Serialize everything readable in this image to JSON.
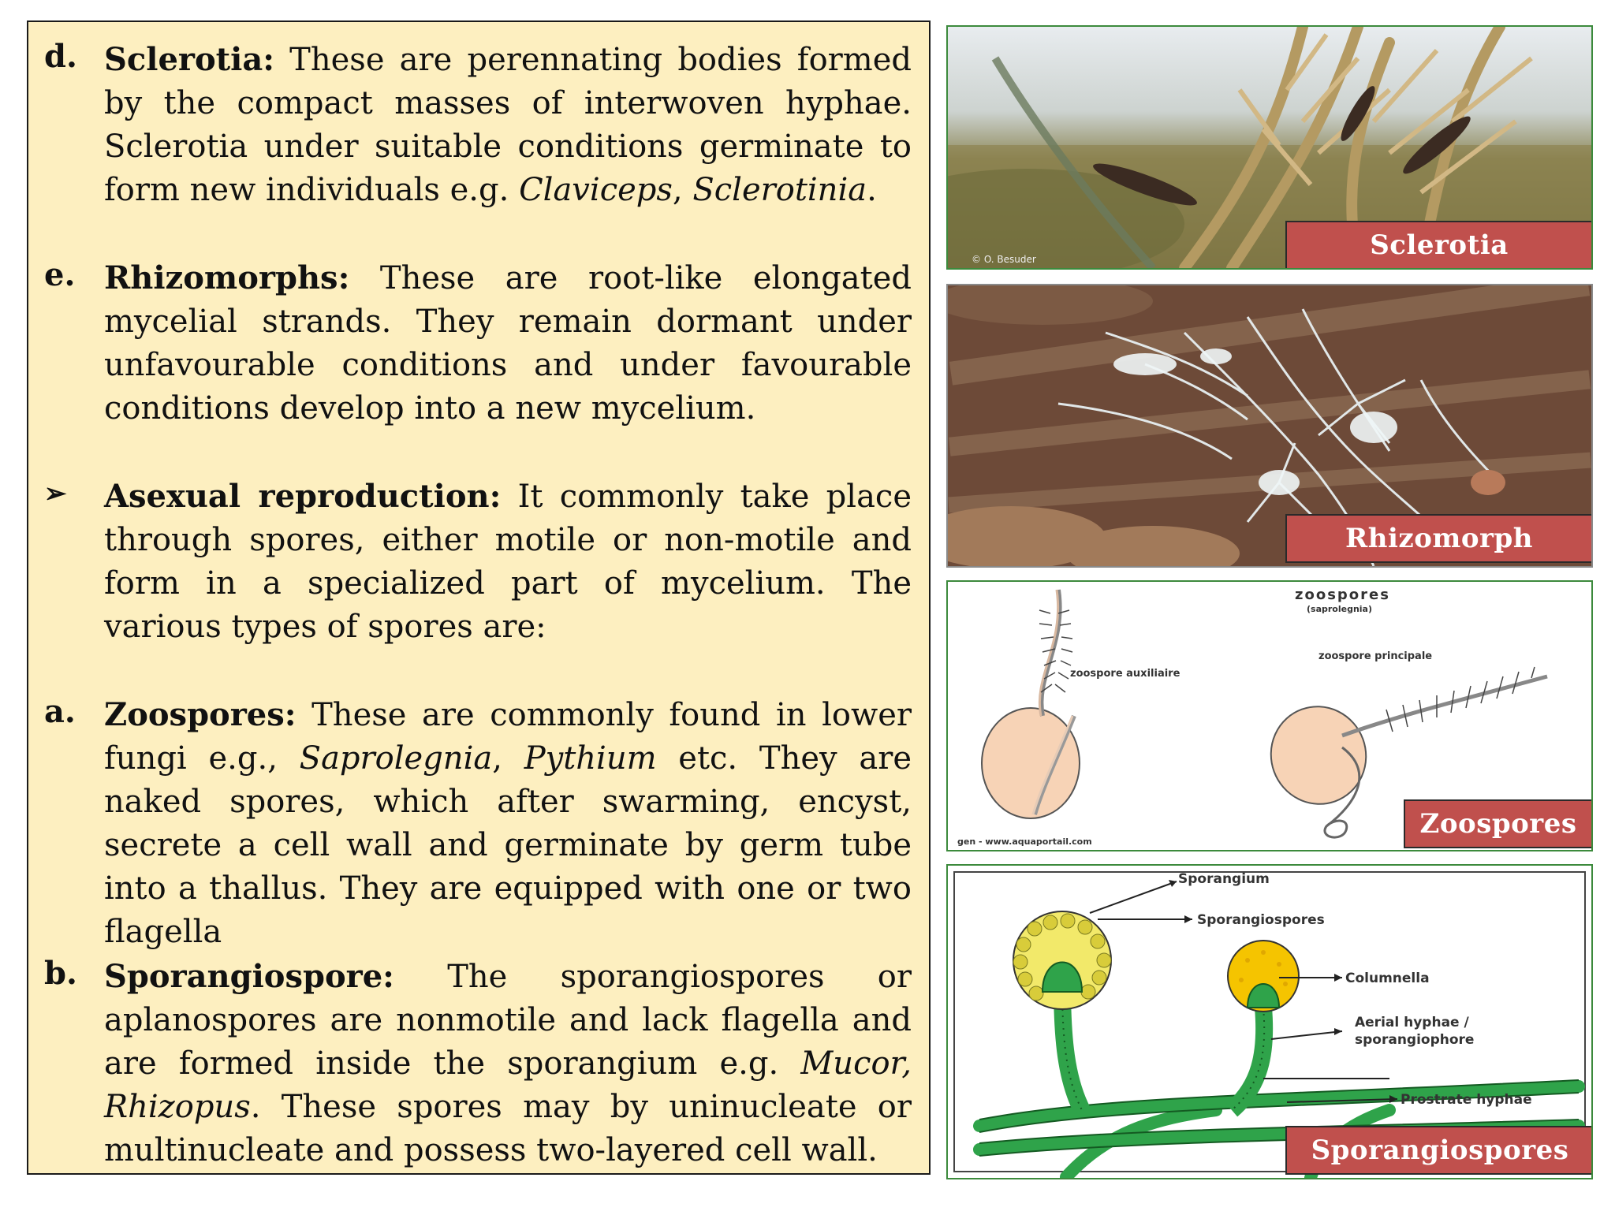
{
  "sections": [
    {
      "marker": "d.",
      "term": "Sclerotia:",
      "text_parts": [
        " These are perennating bodies formed by the compact masses of interwoven hyphae. Sclerotia under suitable conditions germinate to form new individuals e.g. ",
        "Claviceps",
        ", ",
        "Sclerotinia",
        "."
      ]
    },
    {
      "marker": "e.",
      "term": "Rhizomorphs:",
      "text_parts": [
        " These are root-like elongated mycelial strands. They remain dormant under unfavourable conditions and under favourable conditions develop into a new mycelium."
      ]
    },
    {
      "marker": "➢",
      "term": "Asexual reproduction:",
      "text_parts": [
        " It commonly take place through spores, either motile or non-motile and form in a specialized part of mycelium. The various types of spores are:"
      ]
    },
    {
      "marker": "a.",
      "term": "Zoospores:",
      "text_parts": [
        " These are commonly found in lower fungi e.g., ",
        "Saprolegnia",
        ", ",
        "Pythium",
        " etc. They are naked spores, which after swarming, encyst, secrete a cell wall and germinate by germ tube into a thallus. They are equipped with one or two flagella"
      ]
    },
    {
      "marker": "b.",
      "term": "Sporangiospore:",
      "text_parts": [
        " The sporangiospores or aplanospores are nonmotile and lack flagella and are formed inside the sporangium e.g. ",
        "Mucor, Rhizopus",
        ". These spores may by uninucleate or multinucleate and possess two-layered cell wall."
      ]
    }
  ],
  "figures": {
    "sclerotia": {
      "caption": "Sclerotia",
      "watermark": "© O. Besuder"
    },
    "rhizomorph": {
      "caption": "Rhizomorph"
    },
    "zoospores": {
      "caption": "Zoospores",
      "title": "zoospores",
      "subtitle": "(saprolegnia)",
      "label_aux": "zoospore auxiliaire",
      "label_principal": "zoospore principale",
      "credit": "gen - www.aquaportail.com"
    },
    "sporangiospores": {
      "caption": "Sporangiospores",
      "labels": {
        "sporangium": "Sporangium",
        "sporangiospores": "Sporangiospores",
        "columnella": "Columnella",
        "aerial_1": "Aerial hyphae /",
        "aerial_2": "sporangiophore",
        "prostrate": "Prostrate hyphae"
      }
    }
  }
}
